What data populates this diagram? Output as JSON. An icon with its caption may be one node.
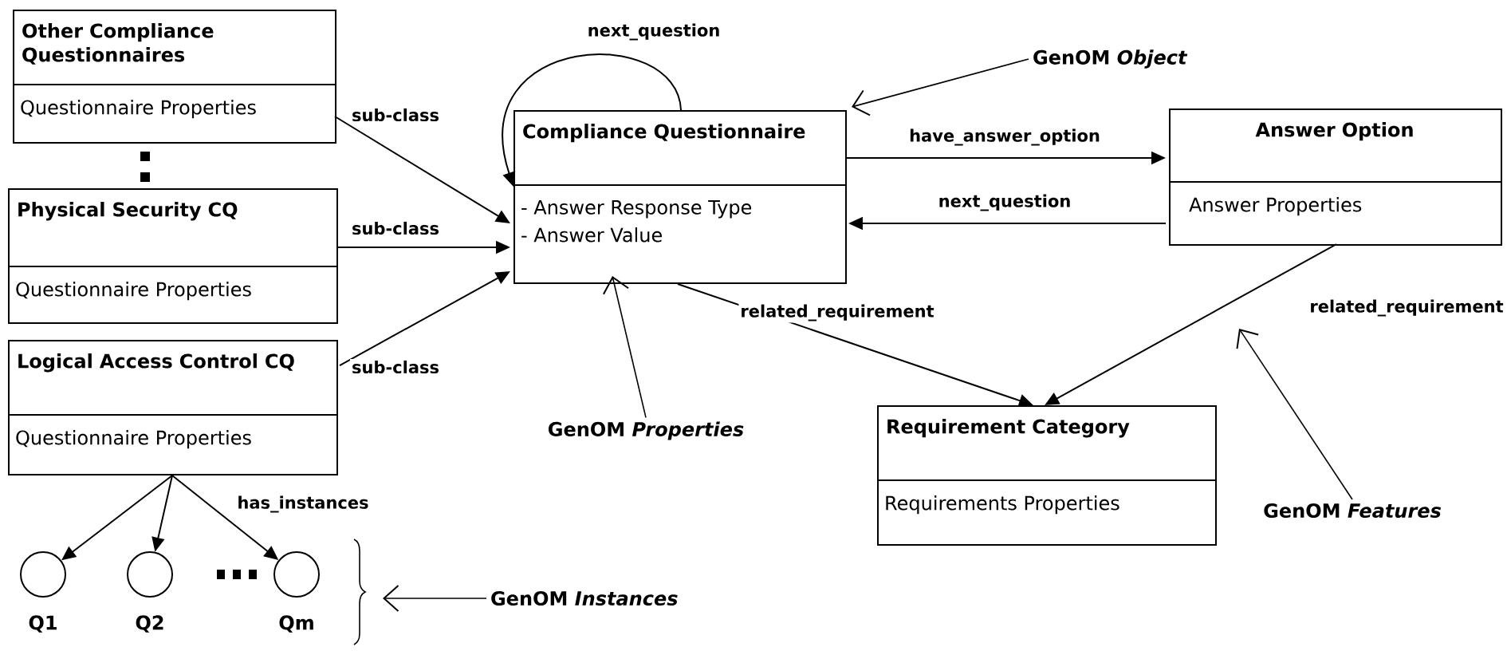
{
  "diagram": {
    "nodes": [
      {
        "text": [
          "Other Compliance Questionnaires",
          "Questionnaire Properties"
        ]
      },
      {
        "text": [
          "Physical Security CQ",
          "Questionnaire Properties"
        ]
      },
      {
        "text": [
          "Logical Access Control CQ",
          "Questionnaire Properties"
        ]
      },
      {
        "text": [
          "Compliance Questionnaire",
          "- Answer Response Type",
          "- Answer Value"
        ]
      },
      {
        "text": [
          "Answer Option",
          "Answer Properties"
        ]
      },
      {
        "text": [
          "Requirement Category",
          "Requirements Properties"
        ]
      },
      {
        "text": [],
        "shape": "circle",
        "beside": [
          "Q1"
        ]
      },
      {
        "text": [],
        "shape": "circle",
        "beside": [
          "Q2"
        ]
      },
      {
        "text": [],
        "shape": "circle",
        "beside": [
          "Qm"
        ]
      },
      {
        "text": [
          "GenOM *Object*"
        ]
      },
      {
        "text": [
          "GenOM *Properties*"
        ]
      },
      {
        "text": [
          "GenOM *Features*"
        ]
      },
      {
        "text": [
          "GenOM *Instances*"
        ]
      }
    ],
    "edges": [
      {
        "from": 0,
        "to": 3,
        "arrow": "to",
        "label": "sub-class"
      },
      {
        "from": 1,
        "to": 3,
        "arrow": "to",
        "label": "sub-class"
      },
      {
        "from": 2,
        "to": 3,
        "arrow": "to",
        "label": "sub-class"
      },
      {
        "from": 3,
        "to": 3,
        "arrow": "to",
        "label": "next_question"
      },
      {
        "from": 3,
        "to": 4,
        "arrow": "to",
        "label": "have_answer_option"
      },
      {
        "from": 4,
        "to": 3,
        "arrow": "to",
        "label": "next_question"
      },
      {
        "from": 3,
        "to": 5,
        "arrow": "to",
        "label": "related_requirement"
      },
      {
        "from": 4,
        "to": 5,
        "arrow": "to",
        "label": "related_requirement"
      },
      {
        "from": 2,
        "to": 6,
        "arrow": "to"
      },
      {
        "from": 2,
        "to": 7,
        "arrow": "to"
      },
      {
        "from": 2,
        "to": 8,
        "arrow": "to",
        "label": "has_instances"
      },
      {
        "from": 9,
        "to": 3,
        "arrow": "to"
      },
      {
        "from": 10,
        "to": 3,
        "arrow": "to"
      },
      {
        "from": 11,
        "to": null,
        "arrow": "to"
      },
      {
        "from": 12,
        "to": null,
        "arrow": "to"
      }
    ]
  }
}
